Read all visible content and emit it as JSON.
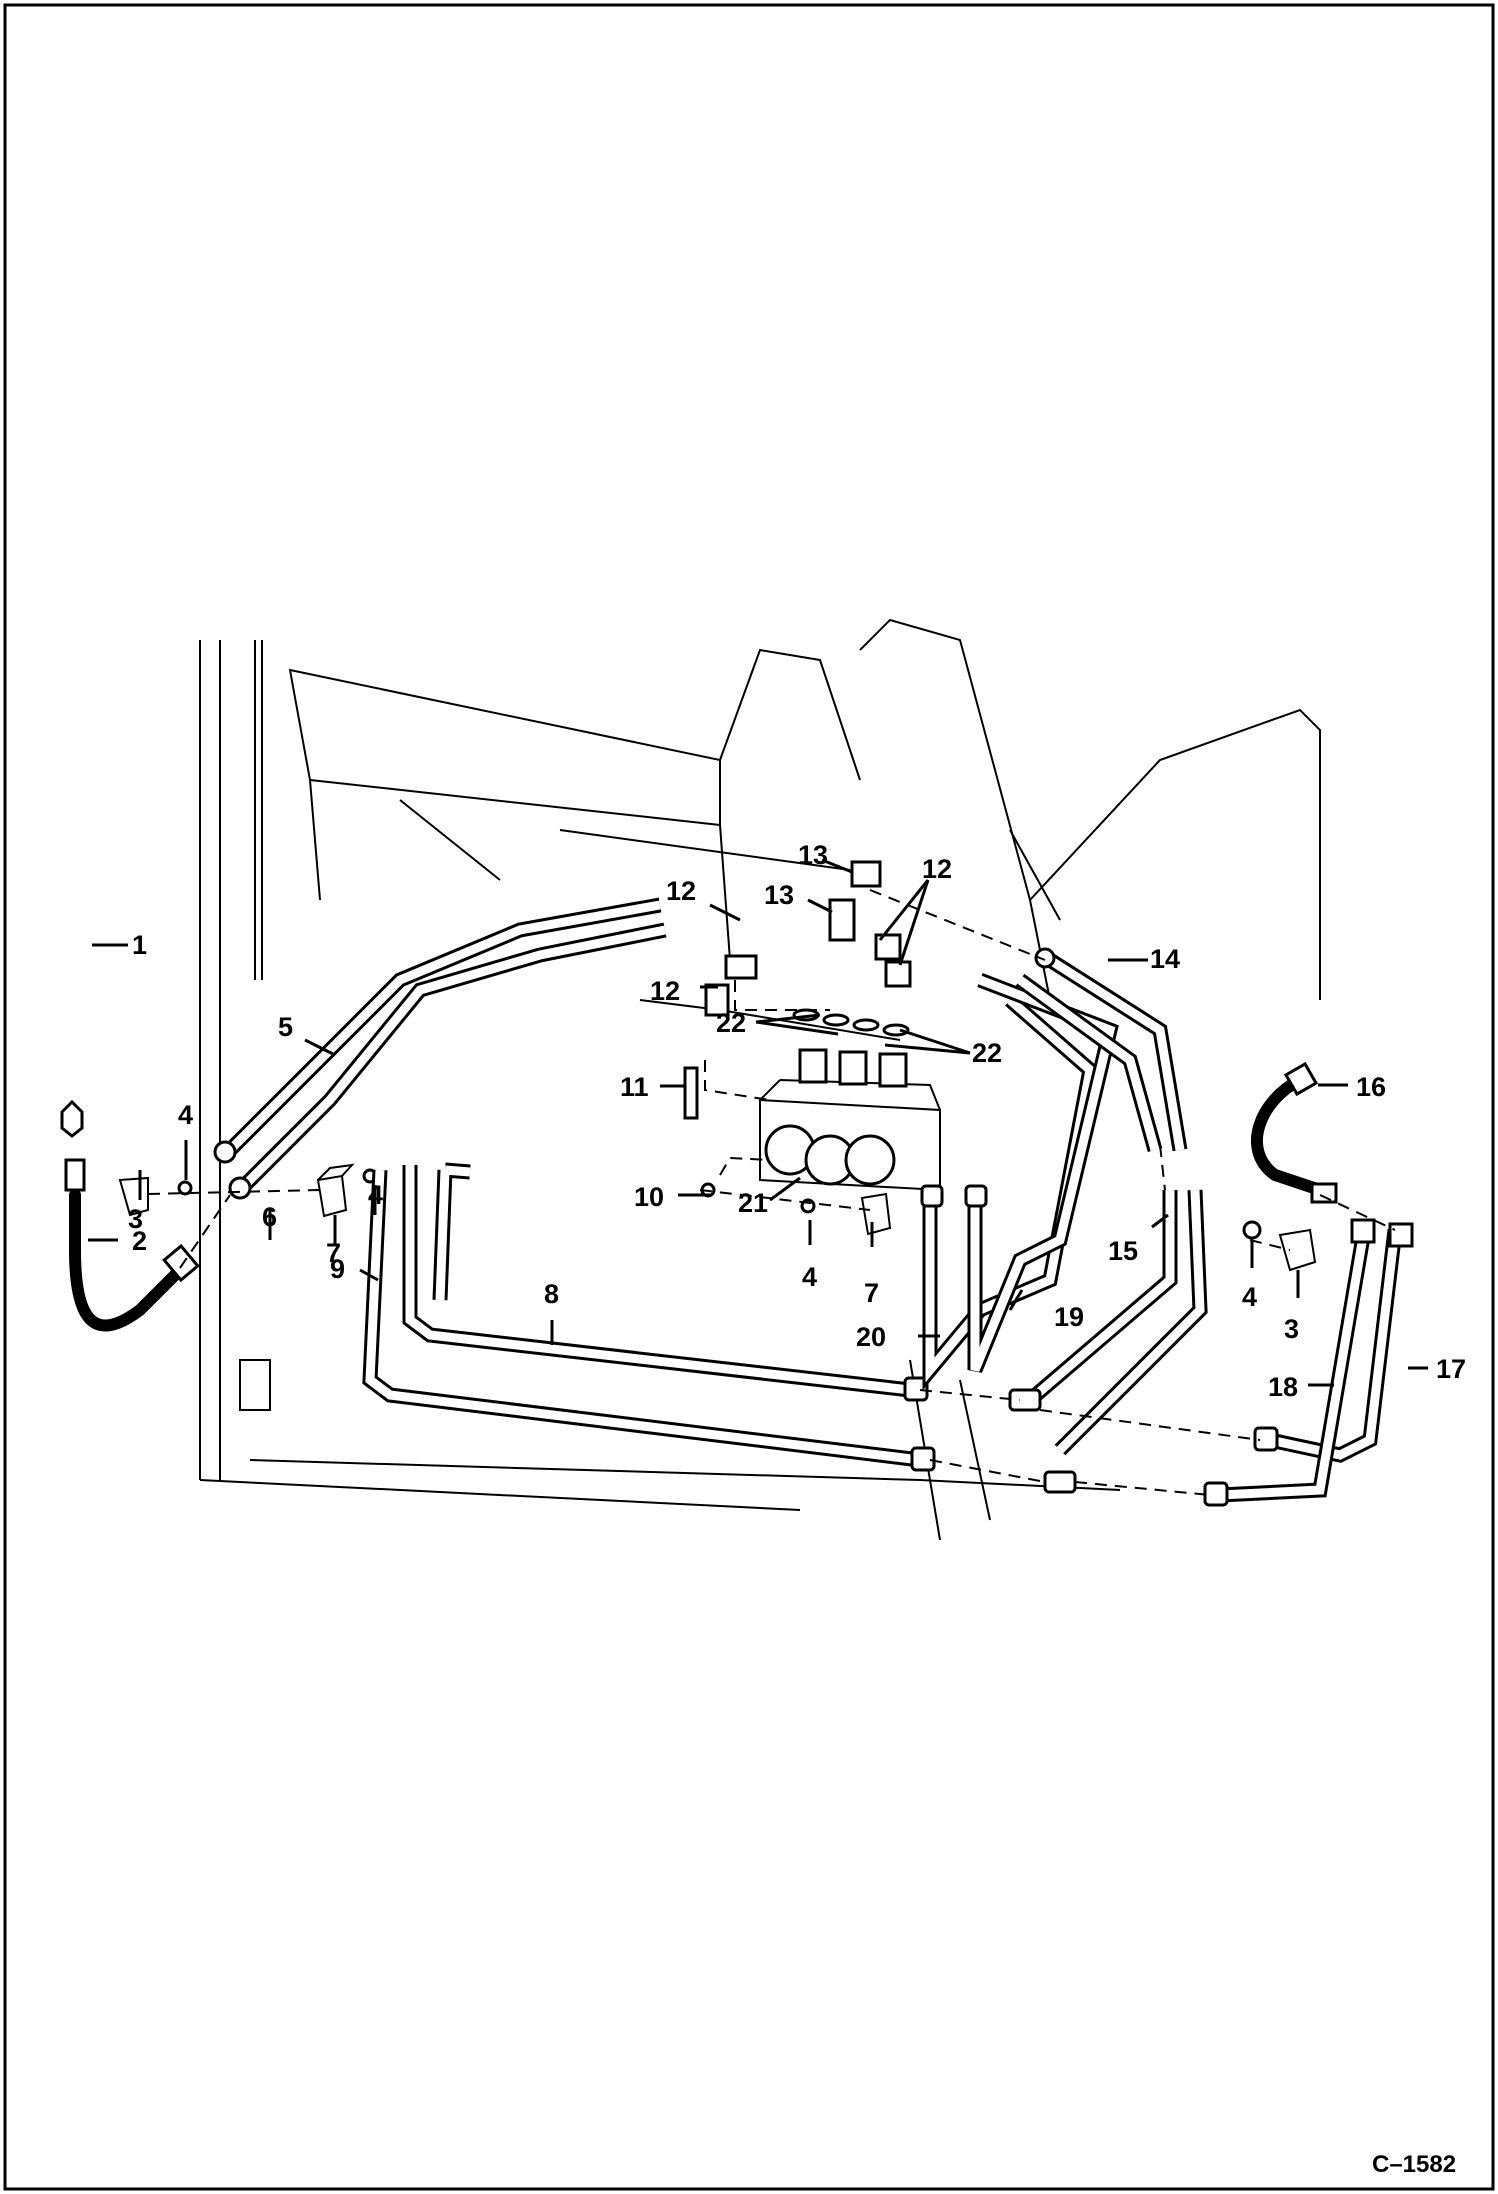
{
  "figure_code": "C–1582",
  "callouts": {
    "c1": "1",
    "c2": "2",
    "c3a": "3",
    "c3b": "3",
    "c4a": "4",
    "c4b": "4",
    "c4c": "4",
    "c4d": "4",
    "c5": "5",
    "c6": "6",
    "c7a": "7",
    "c7b": "7",
    "c8": "8",
    "c9": "9",
    "c10": "10",
    "c11": "11",
    "c12a": "12",
    "c12b": "12",
    "c12c": "12",
    "c13a": "13",
    "c13b": "13",
    "c14": "14",
    "c15": "15",
    "c16": "16",
    "c17": "17",
    "c18": "18",
    "c19": "19",
    "c20": "20",
    "c21": "21",
    "c22a": "22",
    "c22b": "22"
  }
}
